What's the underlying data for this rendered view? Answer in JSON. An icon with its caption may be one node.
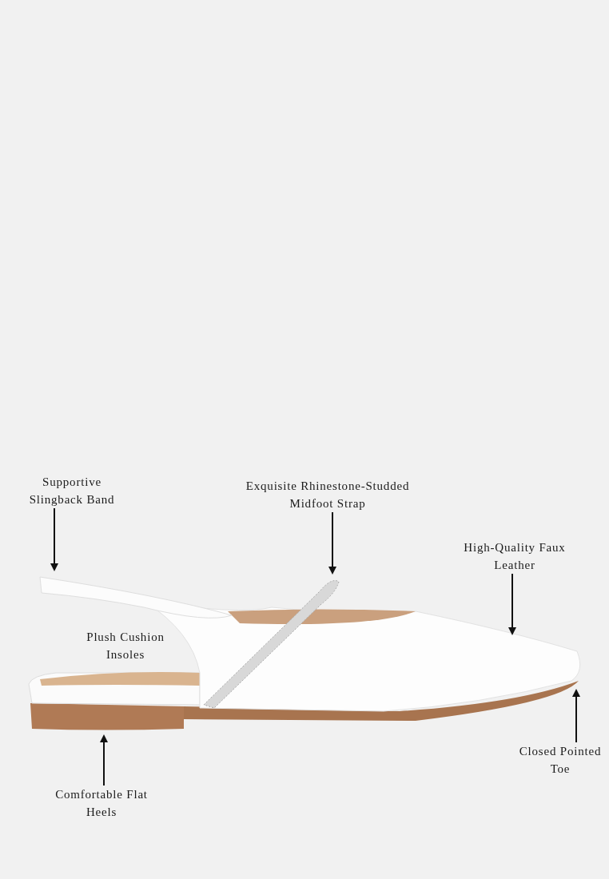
{
  "diagram": {
    "nodes": [
      {
        "text": [
          "Supportive Slingback Band"
        ]
      },
      {
        "text": [
          "Exquisite Rhinestone-Studded Midfoot Strap"
        ]
      },
      {
        "text": [
          "High-Quality Faux Leather"
        ]
      },
      {
        "text": [
          "Closed Pointed Toe"
        ]
      },
      {
        "text": [
          "Comfortable Flat Heels"
        ]
      }
    ],
    "edges": [
      {
        "from": 0,
        "to": null,
        "arrow": "to"
      },
      {
        "from": 1,
        "to": null,
        "arrow": "to"
      },
      {
        "from": 2,
        "to": null,
        "arrow": "to"
      },
      {
        "from": 3,
        "to": null,
        "arrow": "to"
      },
      {
        "from": 4,
        "to": null,
        "arrow": "to"
      }
    ],
    "labels": [
      "Plush Cushion Insoles"
    ]
  }
}
